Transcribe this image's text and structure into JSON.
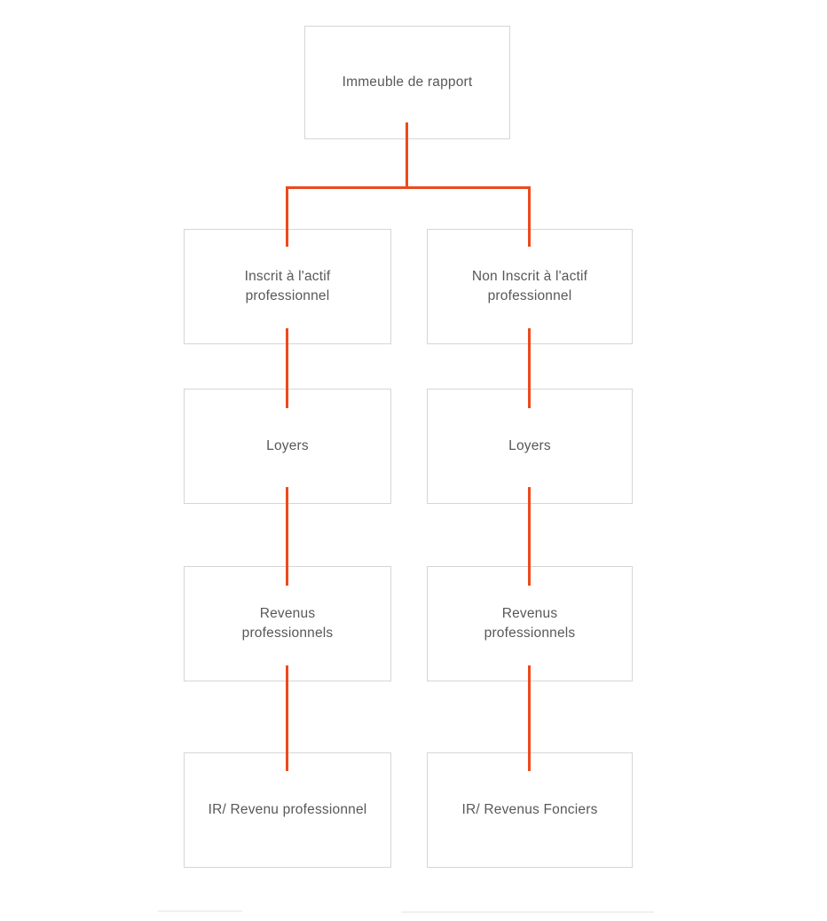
{
  "diagram": {
    "type": "flowchart",
    "accent_color": "#eb4a1c",
    "box_border_color": "#d6d6d6",
    "text_color": "#58585a",
    "root": {
      "label": "Immeuble de rapport"
    },
    "columns": [
      {
        "id": "inscrit",
        "nodes": [
          {
            "label": "Inscrit à l'actif\nprofessionnel"
          },
          {
            "label": "Loyers"
          },
          {
            "label": "Revenus\nprofessionnels"
          },
          {
            "label": "IR/ Revenu professionnel"
          }
        ]
      },
      {
        "id": "non-inscrit",
        "nodes": [
          {
            "label": "Non Inscrit à l'actif\nprofessionnel"
          },
          {
            "label": "Loyers"
          },
          {
            "label": "Revenus\nprofessionnels"
          },
          {
            "label": "IR/ Revenus Fonciers"
          }
        ]
      }
    ]
  }
}
